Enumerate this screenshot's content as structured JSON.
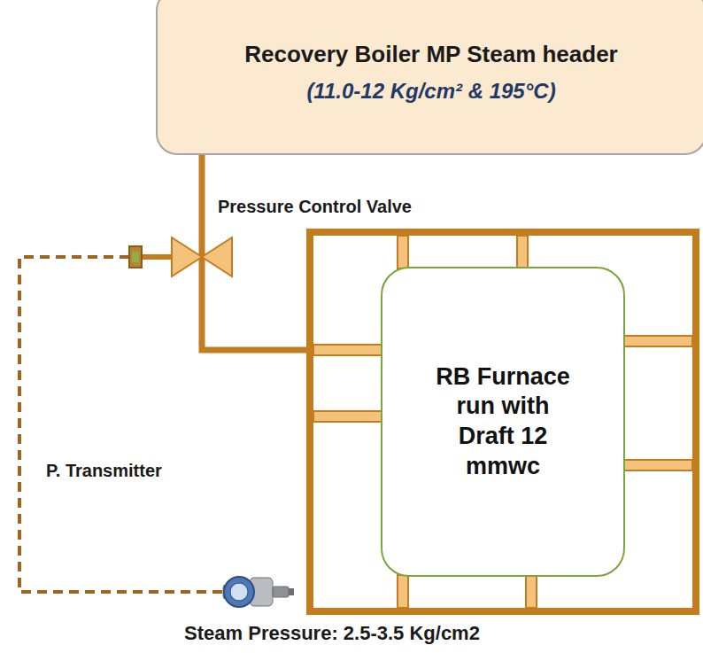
{
  "diagram": {
    "nodes": [
      {
        "text": [
          "Recovery Boiler MP Steam header",
          "(11.0-12 Kg/cm² & 195°C)"
        ]
      },
      {
        "text": [
          "RB Furnace run with Draft 12 mmwc"
        ]
      }
    ],
    "edges": [
      {
        "from": 0,
        "to": 1,
        "arrow": "none"
      }
    ],
    "labels": [
      "Pressure Control Valve",
      "P. Transmitter",
      "Steam Pressure: 2.5-3.5 Kg/cm2"
    ]
  }
}
